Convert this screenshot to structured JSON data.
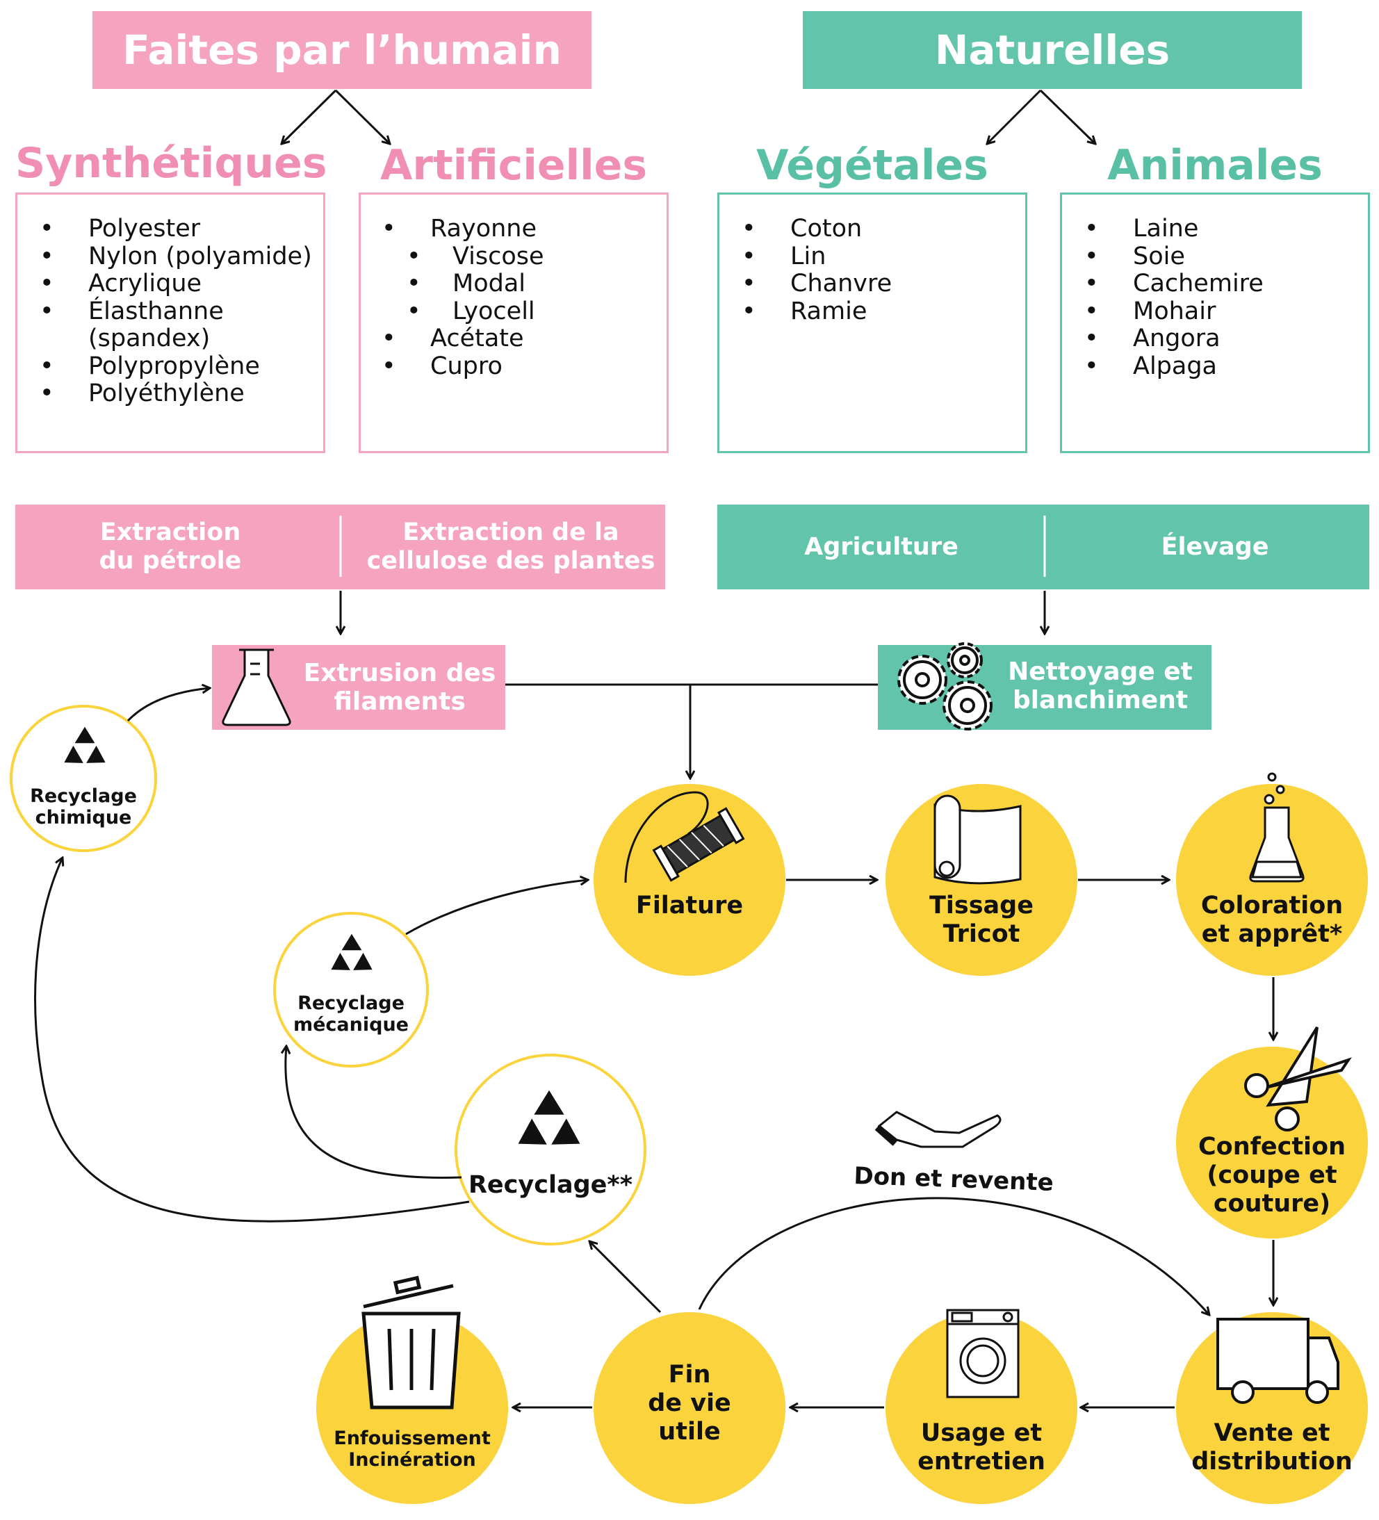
{
  "headers": {
    "human": "Faites par l’humain",
    "natural": "Naturelles"
  },
  "categories": {
    "synthetic": {
      "title": "Synthétiques",
      "items": [
        "Polyester",
        "Nylon (polyamide)",
        "Acrylique",
        "Élasthanne",
        "(spandex)",
        "Polypropylène",
        "Polyéthylène"
      ]
    },
    "artificial": {
      "title": "Artificielles",
      "items": [
        "Rayonne",
        "Viscose",
        "Modal",
        "Lyocell",
        "Acétate",
        "Cupro"
      ]
    },
    "vegetal": {
      "title": "Végétales",
      "items": [
        "Coton",
        "Lin",
        "Chanvre",
        "Ramie"
      ]
    },
    "animal": {
      "title": "Animales",
      "items": [
        "Laine",
        "Soie",
        "Cachemire",
        "Mohair",
        "Angora",
        "Alpaga"
      ]
    }
  },
  "sources": {
    "petrol": [
      "Extraction",
      "du pétrole"
    ],
    "cellulose": [
      "Extraction de la",
      "cellulose des plantes"
    ],
    "agriculture": "Agriculture",
    "breeding": "Élevage"
  },
  "processes": {
    "extrusion": [
      "Extrusion des",
      "filaments"
    ],
    "cleaning": [
      "Nettoyage et",
      "blanchiment"
    ]
  },
  "steps": {
    "spinning": "Filature",
    "weaving": [
      "Tissage",
      "Tricot"
    ],
    "dyeing": [
      "Coloration",
      "et apprêt*"
    ],
    "making": [
      "Confection",
      "(coupe et",
      "couture)"
    ],
    "sale": [
      "Vente et",
      "distribution"
    ],
    "usage": [
      "Usage et",
      "entretien"
    ],
    "end_of_life": [
      "Fin",
      "de vie",
      "utile"
    ],
    "disposal": [
      "Enfouissement",
      "Incinération"
    ],
    "recycling": "Recyclage**",
    "mechanical": [
      "Recyclage",
      "mécanique"
    ],
    "chemical": [
      "Recyclage",
      "chimique"
    ],
    "donation": "Don et revente"
  },
  "colors": {
    "pink": "#f5a3bf",
    "teal": "#62c4ab",
    "yellow": "#fbd33d"
  }
}
